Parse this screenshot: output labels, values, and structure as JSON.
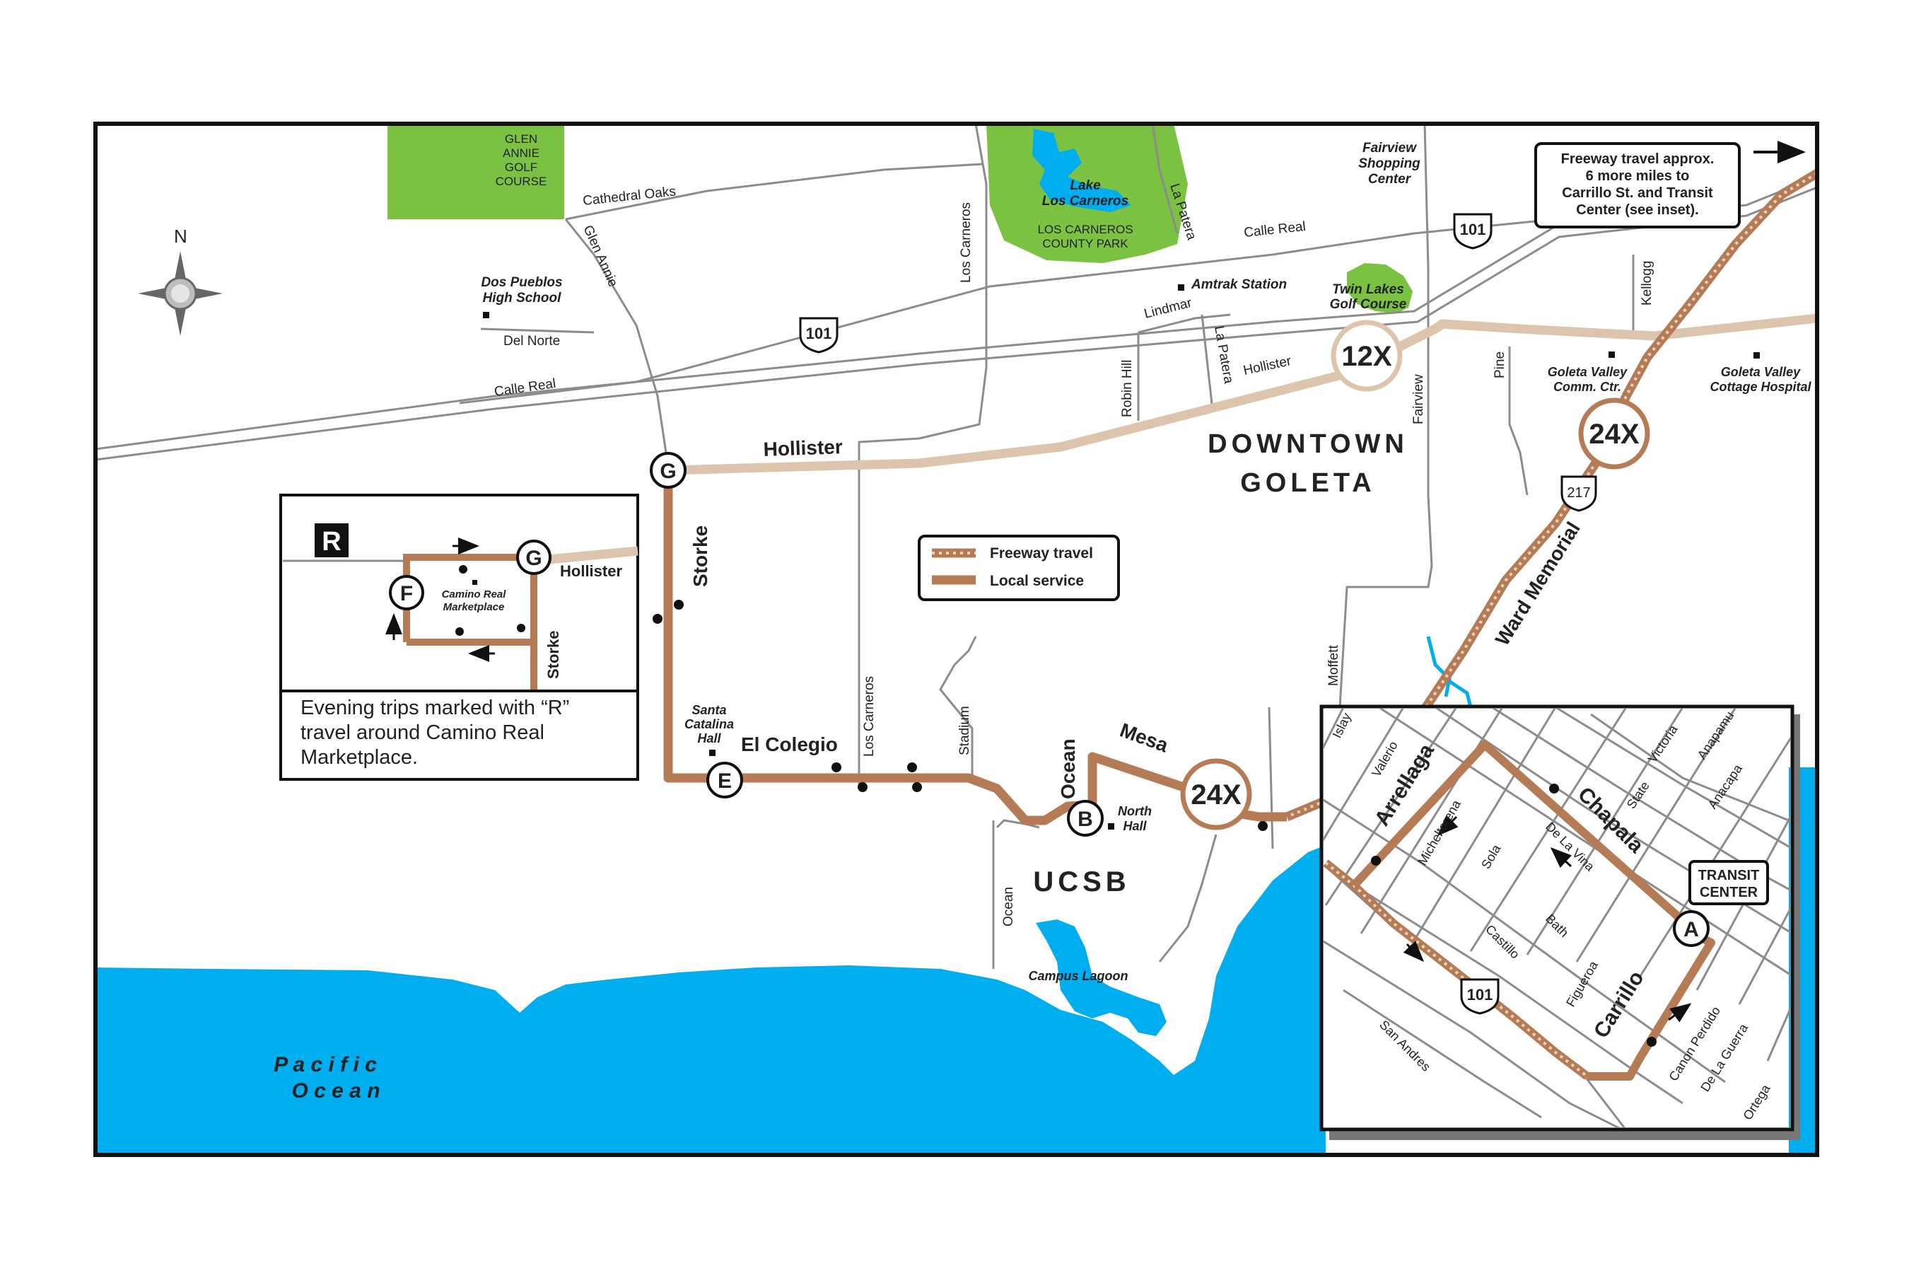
{
  "map": {
    "compass": "N",
    "places": {
      "glen_annie": [
        "GLEN",
        "ANNIE",
        "GOLF",
        "COURSE"
      ],
      "lake": [
        "Lake",
        "Los Carneros"
      ],
      "county_park": [
        "LOS CARNEROS",
        "COUNTY PARK"
      ],
      "fairview_shopping": [
        "Fairview",
        "Shopping",
        "Center"
      ],
      "twin_lakes": [
        "Twin Lakes",
        "Golf Course"
      ],
      "dos_pueblos": [
        "Dos Pueblos",
        "High School"
      ],
      "amtrak": "Amtrak Station",
      "goleta_valley_comm": [
        "Goleta Valley",
        "Comm. Ctr."
      ],
      "cottage_hospital": [
        "Goleta Valley",
        "Cottage Hospital"
      ],
      "downtown": [
        "DOWNTOWN",
        "GOLETA"
      ],
      "ucsb": "UCSB",
      "campus_lagoon": "Campus Lagoon",
      "north_hall": [
        "North",
        "Hall"
      ],
      "santa_catalina": [
        "Santa",
        "Catalina",
        "Hall"
      ],
      "pacific": [
        "P a c i f i c",
        "O c e a n"
      ]
    },
    "streets": {
      "cathedral_oaks": "Cathedral Oaks",
      "glen_annie": "Glen Annie",
      "del_norte": "Del Norte",
      "calle_real_w": "Calle Real",
      "calle_real_e": "Calle Real",
      "la_patera_n": "La Patera",
      "la_patera_s": "La Patera",
      "los_carneros_n": "Los Carneros",
      "los_carneros_s": "Los Carneros",
      "lindmar": "Lindmar",
      "robin_hill": "Robin Hill",
      "hollister_main": "Hollister",
      "hollister_east": "Hollister",
      "fairview": "Fairview",
      "pine": "Pine",
      "kellogg": "Kellogg",
      "storke": "Storke",
      "el_colegio": "El Colegio",
      "stadium": "Stadium",
      "ocean_route": "Ocean",
      "ocean_campus": "Ocean",
      "mesa": "Mesa",
      "moffett": "Moffett",
      "ward_memorial": "Ward Memorial",
      "hwy101": "101",
      "hwy217": "217"
    },
    "stops": {
      "g": "G",
      "e": "E",
      "b": "B",
      "a": "A",
      "f": "F"
    },
    "routes": {
      "r12x": "12X",
      "r24x_east": "24X",
      "r24x_south": "24X"
    },
    "freeway_note": [
      "Freeway travel approx.",
      "6 more miles to",
      "Carrillo St. and Transit",
      "Center (see inset)."
    ],
    "legend": {
      "freeway": "Freeway travel",
      "local": "Local service"
    },
    "inset_r": {
      "badge": "R",
      "hollister": "Hollister",
      "storke": "Storke",
      "marketplace": [
        "Camino Real",
        "Marketplace"
      ],
      "note": [
        "Evening trips marked with “R”",
        "travel around Camino Real",
        "Marketplace."
      ]
    },
    "downtown_inset": {
      "streets": {
        "islay": "Islay",
        "valerio": "Valerio",
        "arrellaga": "Arrellaga",
        "micheltorena": "Micheltorena",
        "sola": "Sola",
        "de_la_vina": "De La Vina",
        "chapala": "Chapala",
        "state": "State",
        "victoria": "Victoria",
        "anapamu": "Anapamu",
        "anacapa": "Anacapa",
        "castillo": "Castillo",
        "bath": "Bath",
        "figueroa": "Figueroa",
        "carrillo": "Carrillo",
        "san_andres": "San Andres",
        "canon_perdido": "Canon Perdido",
        "de_la_guerra": "De La Guerra",
        "ortega": "Ortega",
        "hwy101": "101"
      },
      "transit_center": [
        "TRANSIT",
        "CENTER"
      ],
      "stop_a": "A"
    },
    "colors": {
      "local": "#b47b55",
      "freeway_light": "#dcc4ad",
      "water": "#00adef",
      "park": "#7cc242",
      "road": "#8c8c8c"
    }
  }
}
